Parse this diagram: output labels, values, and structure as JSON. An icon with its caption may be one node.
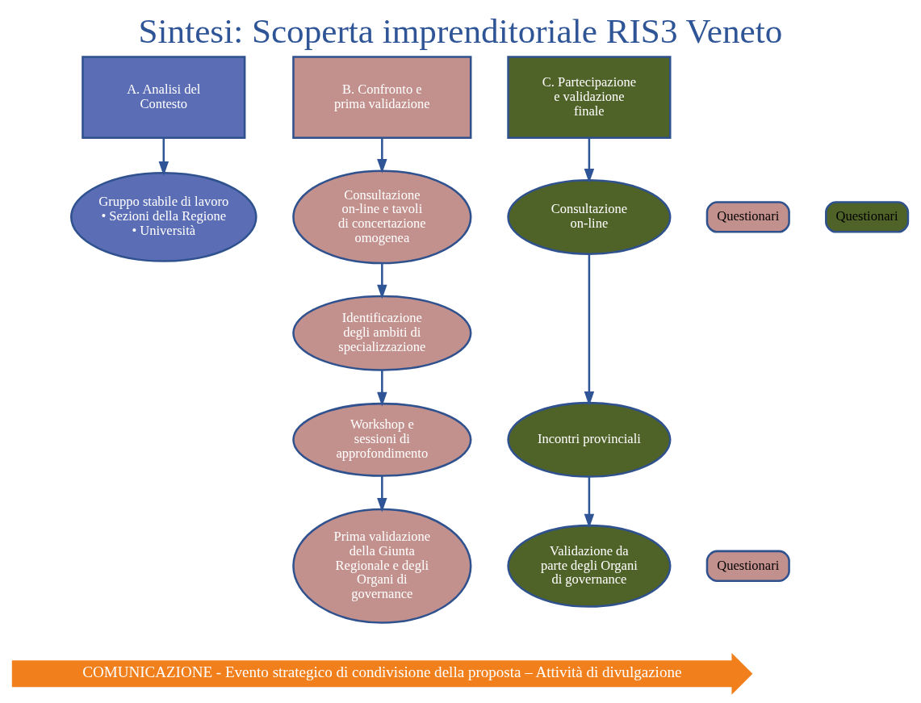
{
  "diagram": {
    "title": "Sintesi: Scoperta imprenditoriale RIS3 Veneto",
    "nodes": [
      {
        "text": [
          "A. Analisi del Contesto"
        ]
      },
      {
        "text": [
          "Gruppo stabile di lavoro",
          "• Sezioni della Regione",
          "• Università"
        ]
      },
      {
        "text": [
          "B. Confronto e prima validazione"
        ]
      },
      {
        "text": [
          "Consultazione on-line e tavoli di concertazione omogenea"
        ]
      },
      {
        "text": [
          "Identificazione degli ambiti di specializzazione"
        ]
      },
      {
        "text": [
          "Workshop e sessioni di approfondimento"
        ]
      },
      {
        "text": [
          "Prima validazione della Giunta Regionale e degli Organi di governance"
        ]
      },
      {
        "text": [
          "C. Partecipazione e validazione finale"
        ]
      },
      {
        "text": [
          "Consultazione on-line"
        ]
      },
      {
        "text": [
          "Incontri provinciali"
        ]
      },
      {
        "text": [
          "Validazione da parte degli Organi di governance"
        ]
      },
      {
        "text": [
          "Questionari"
        ]
      },
      {
        "text": [
          "Questionari"
        ]
      },
      {
        "text": [
          "Questionari"
        ]
      },
      {
        "text": [
          "COMUNICAZIONE - Evento strategico di condivisione della proposta – Attività di divulgazione"
        ]
      }
    ],
    "edges": [
      {
        "from": 0,
        "to": 1,
        "arrow": "to"
      },
      {
        "from": 2,
        "to": 3,
        "arrow": "to"
      },
      {
        "from": 3,
        "to": 4,
        "arrow": "to"
      },
      {
        "from": 4,
        "to": 5,
        "arrow": "to"
      },
      {
        "from": 5,
        "to": 6,
        "arrow": "to"
      },
      {
        "from": 7,
        "to": 8,
        "arrow": "to"
      },
      {
        "from": 8,
        "to": 9,
        "arrow": "to"
      },
      {
        "from": 9,
        "to": 10,
        "arrow": "to"
      }
    ]
  }
}
